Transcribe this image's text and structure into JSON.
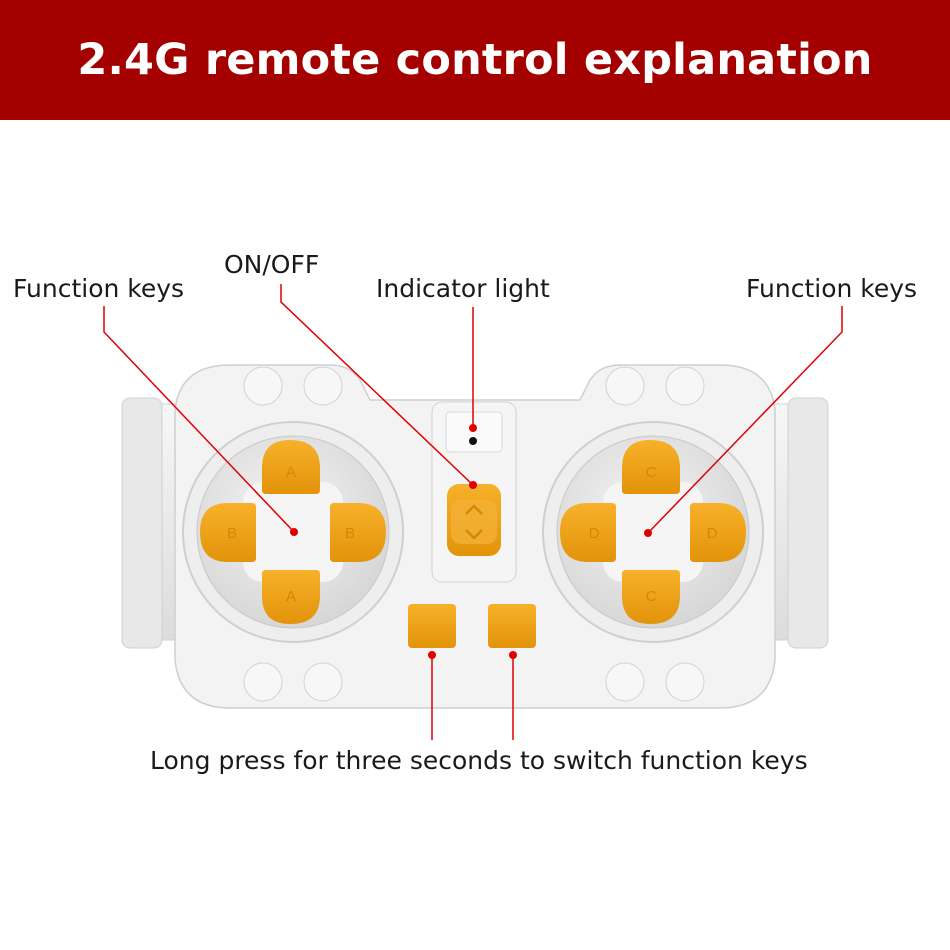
{
  "header": {
    "title": "2.4G remote control explanation",
    "background_color": "#a50000"
  },
  "labels": {
    "function_keys_left": "Function keys",
    "on_off": "ON/OFF",
    "indicator_light": "Indicator light",
    "function_keys_right": "Function keys",
    "switch_note": "Long press for three seconds to switch function keys"
  },
  "buttons": {
    "left_pad": {
      "top": "A",
      "bottom": "A",
      "left": "B",
      "right": "B"
    },
    "right_pad": {
      "top": "C",
      "bottom": "C",
      "left": "D",
      "right": "D"
    }
  },
  "colors": {
    "button": "#f2a20f",
    "callout": "#e00000",
    "body": "#ececec"
  }
}
